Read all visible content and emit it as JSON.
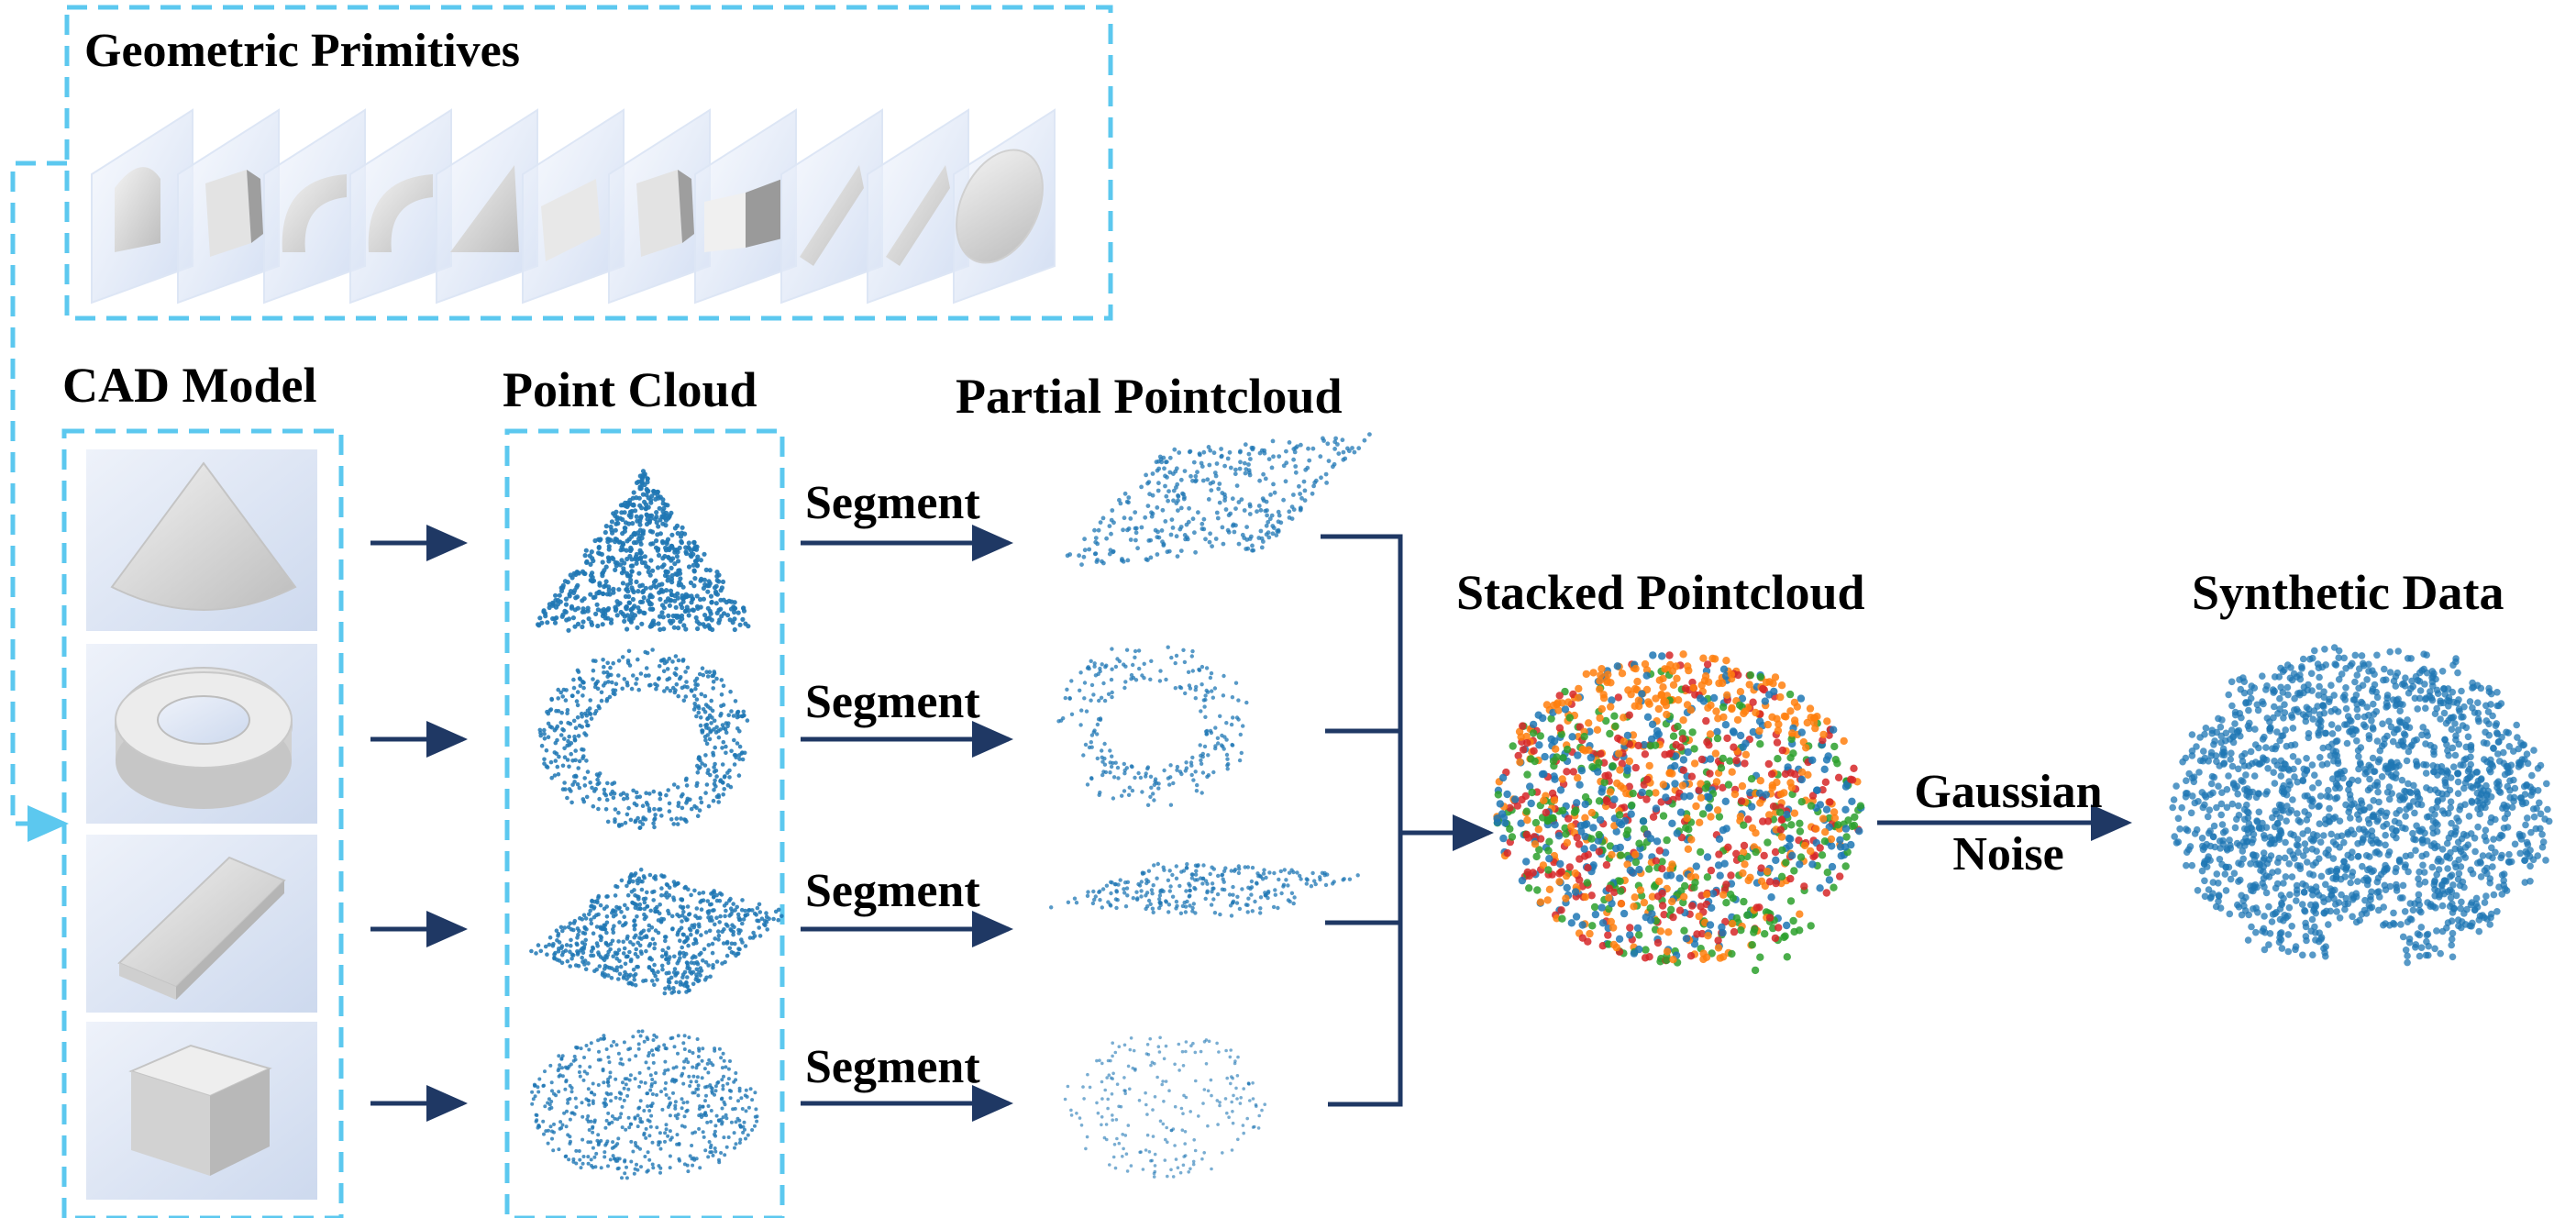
{
  "titles": {
    "geometric_primitives": "Geometric Primitives",
    "cad_model": "CAD Model",
    "point_cloud": "Point Cloud",
    "partial_pointcloud": "Partial Pointcloud",
    "stacked_pointcloud": "Stacked Pointcloud",
    "synthetic_data": "Synthetic Data"
  },
  "steps": {
    "segment": [
      "Segment",
      "Segment",
      "Segment",
      "Segment"
    ],
    "noise_line1": "Gaussian",
    "noise_line2": "Noise"
  },
  "shapes": [
    "cone",
    "torus",
    "slab",
    "cube"
  ],
  "colors": {
    "dashed_border": "#5cc8ef",
    "arrow": "#1f3864",
    "point_blue": "#1f77b4",
    "point_orange": "#ff7f0e",
    "point_red": "#d62728",
    "point_green": "#2ca02c",
    "panel_bg": "#dbe4f3"
  }
}
